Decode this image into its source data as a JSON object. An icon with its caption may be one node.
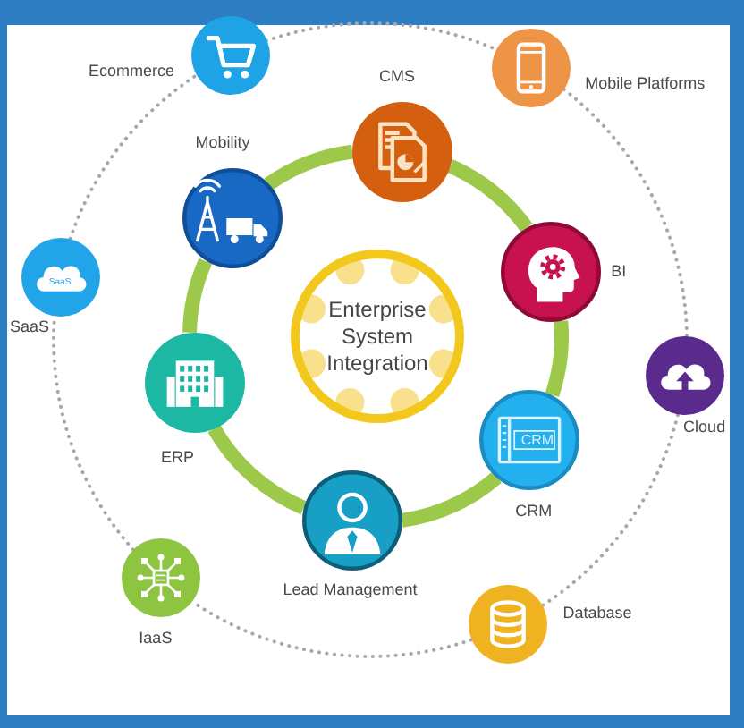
{
  "diagram": {
    "nodes": [
      {
        "text": [
          "Enterprise System Integration"
        ]
      },
      {
        "text": [
          "CMS"
        ]
      },
      {
        "text": [
          "BI"
        ]
      },
      {
        "text": [
          "CRM",
          "CRM"
        ]
      },
      {
        "text": [
          "Lead Management"
        ]
      },
      {
        "text": [
          "ERP"
        ]
      },
      {
        "text": [
          "Mobility"
        ]
      },
      {
        "text": [
          "Ecommerce"
        ]
      },
      {
        "text": [
          "Mobile Platforms"
        ]
      },
      {
        "text": [
          "Cloud"
        ]
      },
      {
        "text": [
          "Database"
        ]
      },
      {
        "text": [
          "IaaS"
        ]
      },
      {
        "text": [
          "SaaS",
          "SaaS"
        ]
      }
    ],
    "edges": [
      {
        "from": 1,
        "to": 2,
        "arrow": "none",
        "style": "thick",
        "color": "#9dc94b"
      },
      {
        "from": 2,
        "to": 3,
        "arrow": "none",
        "style": "thick",
        "color": "#9dc94b"
      },
      {
        "from": 3,
        "to": 4,
        "arrow": "none",
        "style": "thick",
        "color": "#9dc94b"
      },
      {
        "from": 4,
        "to": 5,
        "arrow": "none",
        "style": "thick",
        "color": "#9dc94b"
      },
      {
        "from": 5,
        "to": 6,
        "arrow": "none",
        "style": "thick",
        "color": "#9dc94b"
      },
      {
        "from": 6,
        "to": 1,
        "arrow": "none",
        "style": "thick",
        "color": "#9dc94b"
      },
      {
        "from": 7,
        "to": 8,
        "arrow": "none",
        "style": "dashed",
        "color": "#a8a8a8"
      },
      {
        "from": 8,
        "to": 9,
        "arrow": "none",
        "style": "dashed",
        "color": "#a8a8a8"
      },
      {
        "from": 9,
        "to": 10,
        "arrow": "none",
        "style": "dashed",
        "color": "#a8a8a8"
      },
      {
        "from": 10,
        "to": 11,
        "arrow": "none",
        "style": "dashed",
        "color": "#a8a8a8"
      },
      {
        "from": 11,
        "to": 12,
        "arrow": "none",
        "style": "dashed",
        "color": "#a8a8a8"
      },
      {
        "from": 12,
        "to": 7,
        "arrow": "none",
        "style": "dashed",
        "color": "#a8a8a8"
      }
    ]
  }
}
